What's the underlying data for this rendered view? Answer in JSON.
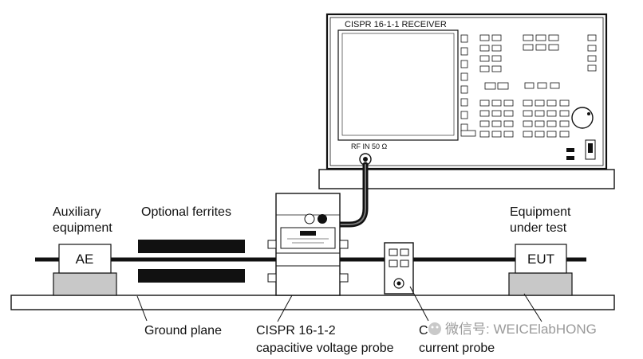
{
  "receiver": {
    "title": "CISPR 16-1-1 RECEIVER",
    "rf_input_label": "RF IN 50 Ω"
  },
  "labels": {
    "auxiliary_equipment": [
      "Auxiliary",
      "equipment"
    ],
    "optional_ferrites": "Optional ferrites",
    "equipment_under_test": [
      "Equipment",
      "under test"
    ],
    "ground_plane": "Ground plane",
    "voltage_probe": [
      "CISPR 16-1-2",
      "capacitive voltage probe"
    ],
    "current_probe": [
      "C",
      "current probe"
    ]
  },
  "boxes": {
    "ae": "AE",
    "eut": "EUT"
  },
  "watermark": "微信号: WEICElabHONG"
}
